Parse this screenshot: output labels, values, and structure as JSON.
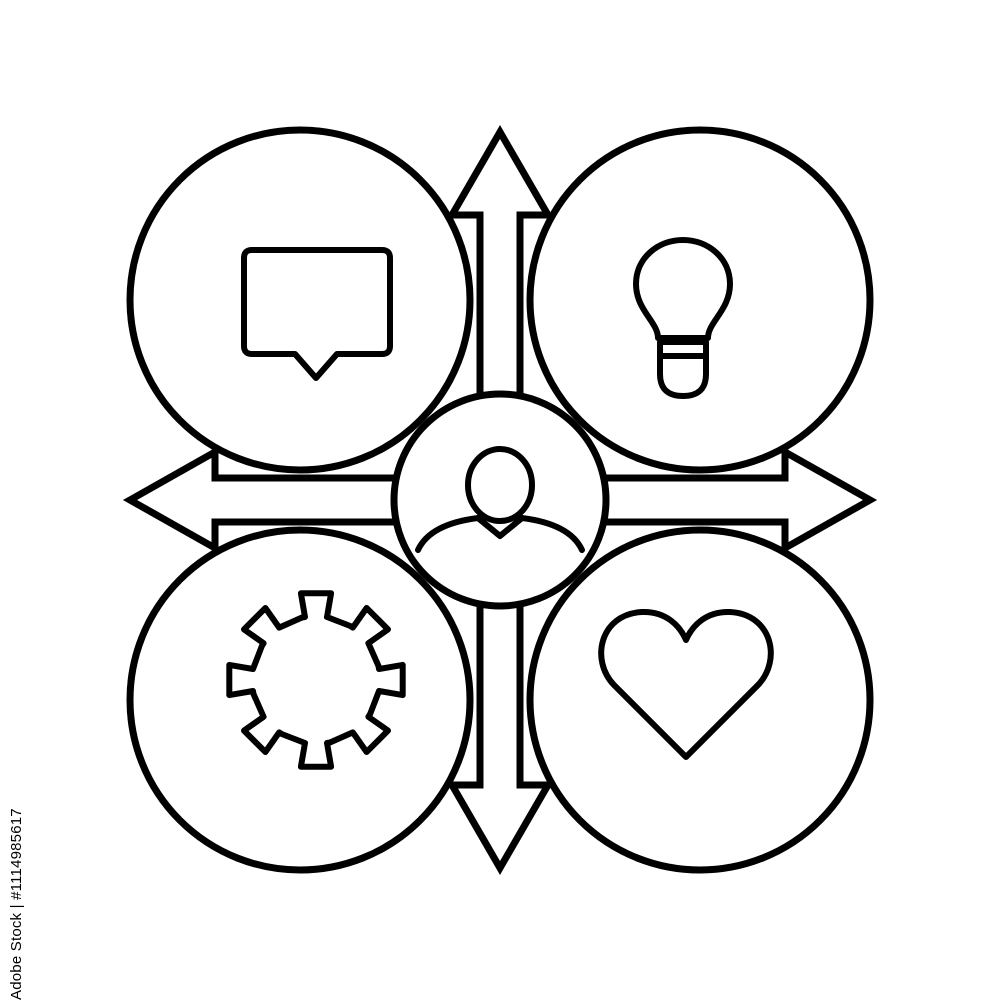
{
  "diagram": {
    "stroke_color": "#000000",
    "background_color": "#ffffff",
    "center_node": {
      "icon": "user-icon"
    },
    "petals": [
      {
        "position": "top-left",
        "icon": "speech-bubble-icon"
      },
      {
        "position": "top-right",
        "icon": "lightbulb-icon"
      },
      {
        "position": "bottom-left",
        "icon": "gear-icon"
      },
      {
        "position": "bottom-right",
        "icon": "heart-icon"
      }
    ],
    "arrows": [
      "up",
      "down",
      "left",
      "right"
    ]
  },
  "stock_id": "Adobe Stock | #1114985617"
}
